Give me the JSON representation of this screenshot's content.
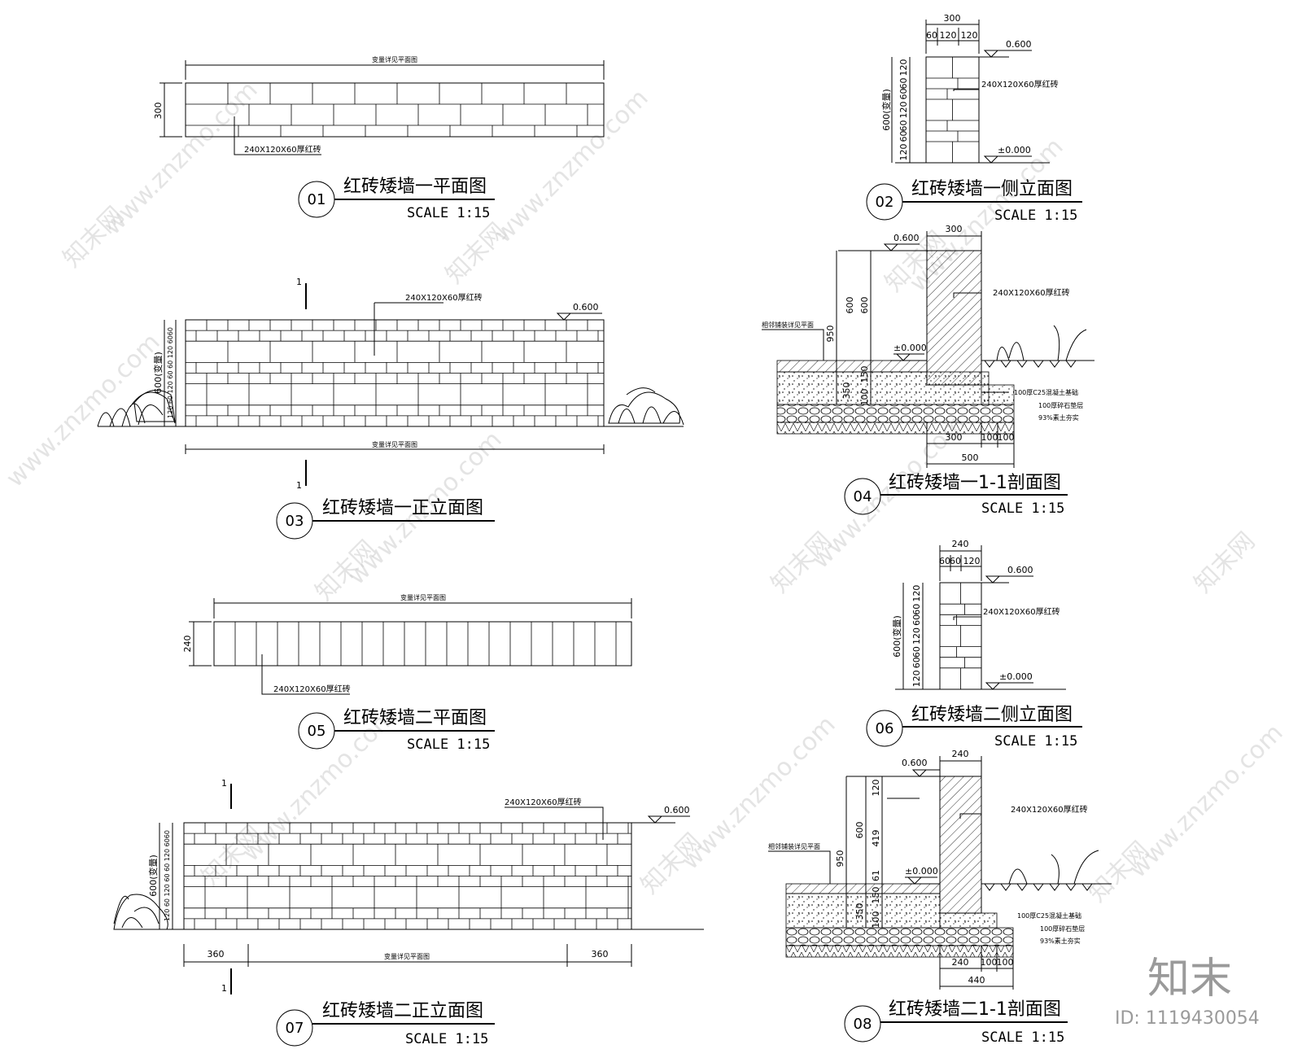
{
  "brick_label": "240X120X60厚红砖",
  "variable_label": "变量详见平面图",
  "adjacent_label": "相邻铺装详见平面",
  "level_top": "0.600",
  "level_zero": "±0.000",
  "foundation_concrete": "100厚C25混凝土基础",
  "foundation_gravel": "100厚碎石垫层",
  "foundation_soil": "93%素土夯实",
  "section_mark": "1",
  "dim_variable_600": "600(变量)",
  "drawings": [
    {
      "no": "01",
      "title": "红砖矮墙一平面图",
      "scale": "SCALE 1:15"
    },
    {
      "no": "02",
      "title": "红砖矮墙一侧立面图",
      "scale": "SCALE 1:15"
    },
    {
      "no": "03",
      "title": "红砖矮墙一正立面图",
      "scale": ""
    },
    {
      "no": "04",
      "title": "红砖矮墙一1-1剖面图",
      "scale": "SCALE 1:15"
    },
    {
      "no": "05",
      "title": "红砖矮墙二平面图",
      "scale": "SCALE 1:15"
    },
    {
      "no": "06",
      "title": "红砖矮墙二侧立面图",
      "scale": "SCALE 1:15"
    },
    {
      "no": "07",
      "title": "红砖矮墙二正立面图",
      "scale": "SCALE 1:15"
    },
    {
      "no": "08",
      "title": "红砖矮墙二1-1剖面图",
      "scale": "SCALE 1:15"
    }
  ],
  "dims": {
    "d01_width": "300",
    "d02_top": "300",
    "d02_sub": [
      "60",
      "120",
      "120"
    ],
    "d02_rows": [
      "120",
      "60",
      "60",
      "120",
      "60",
      "60",
      "120"
    ],
    "d04_top": "300",
    "d04_h600a": "600",
    "d04_h600b": "600",
    "d04_h950": "950",
    "d04_h350": "350",
    "d04_h150": "150",
    "d04_h100": "100",
    "d04_bottom": [
      "300",
      "100",
      "100"
    ],
    "d04_total": "500",
    "d05_width": "240",
    "d06_top": "240",
    "d06_sub": [
      "60",
      "60",
      "120"
    ],
    "d06_rows": [
      "120",
      "60",
      "60",
      "120",
      "60",
      "60",
      "120"
    ],
    "d07_left": "360",
    "d07_right": "360",
    "d08_top": "240",
    "d08_h120": "120",
    "d08_h419": "419",
    "d08_h600": "600",
    "d08_h950": "950",
    "d08_h61": "61",
    "d08_h150": "150",
    "d08_h350": "350",
    "d08_h100": "100",
    "d08_bottom": [
      "240",
      "100",
      "100"
    ],
    "d08_total": "440",
    "d03_side": "120 60 120 60 60 120 6060"
  },
  "watermark": {
    "site": "www.znzmo.com",
    "brand": "知末网",
    "logo": "知末",
    "id": "ID: 1119430054"
  }
}
